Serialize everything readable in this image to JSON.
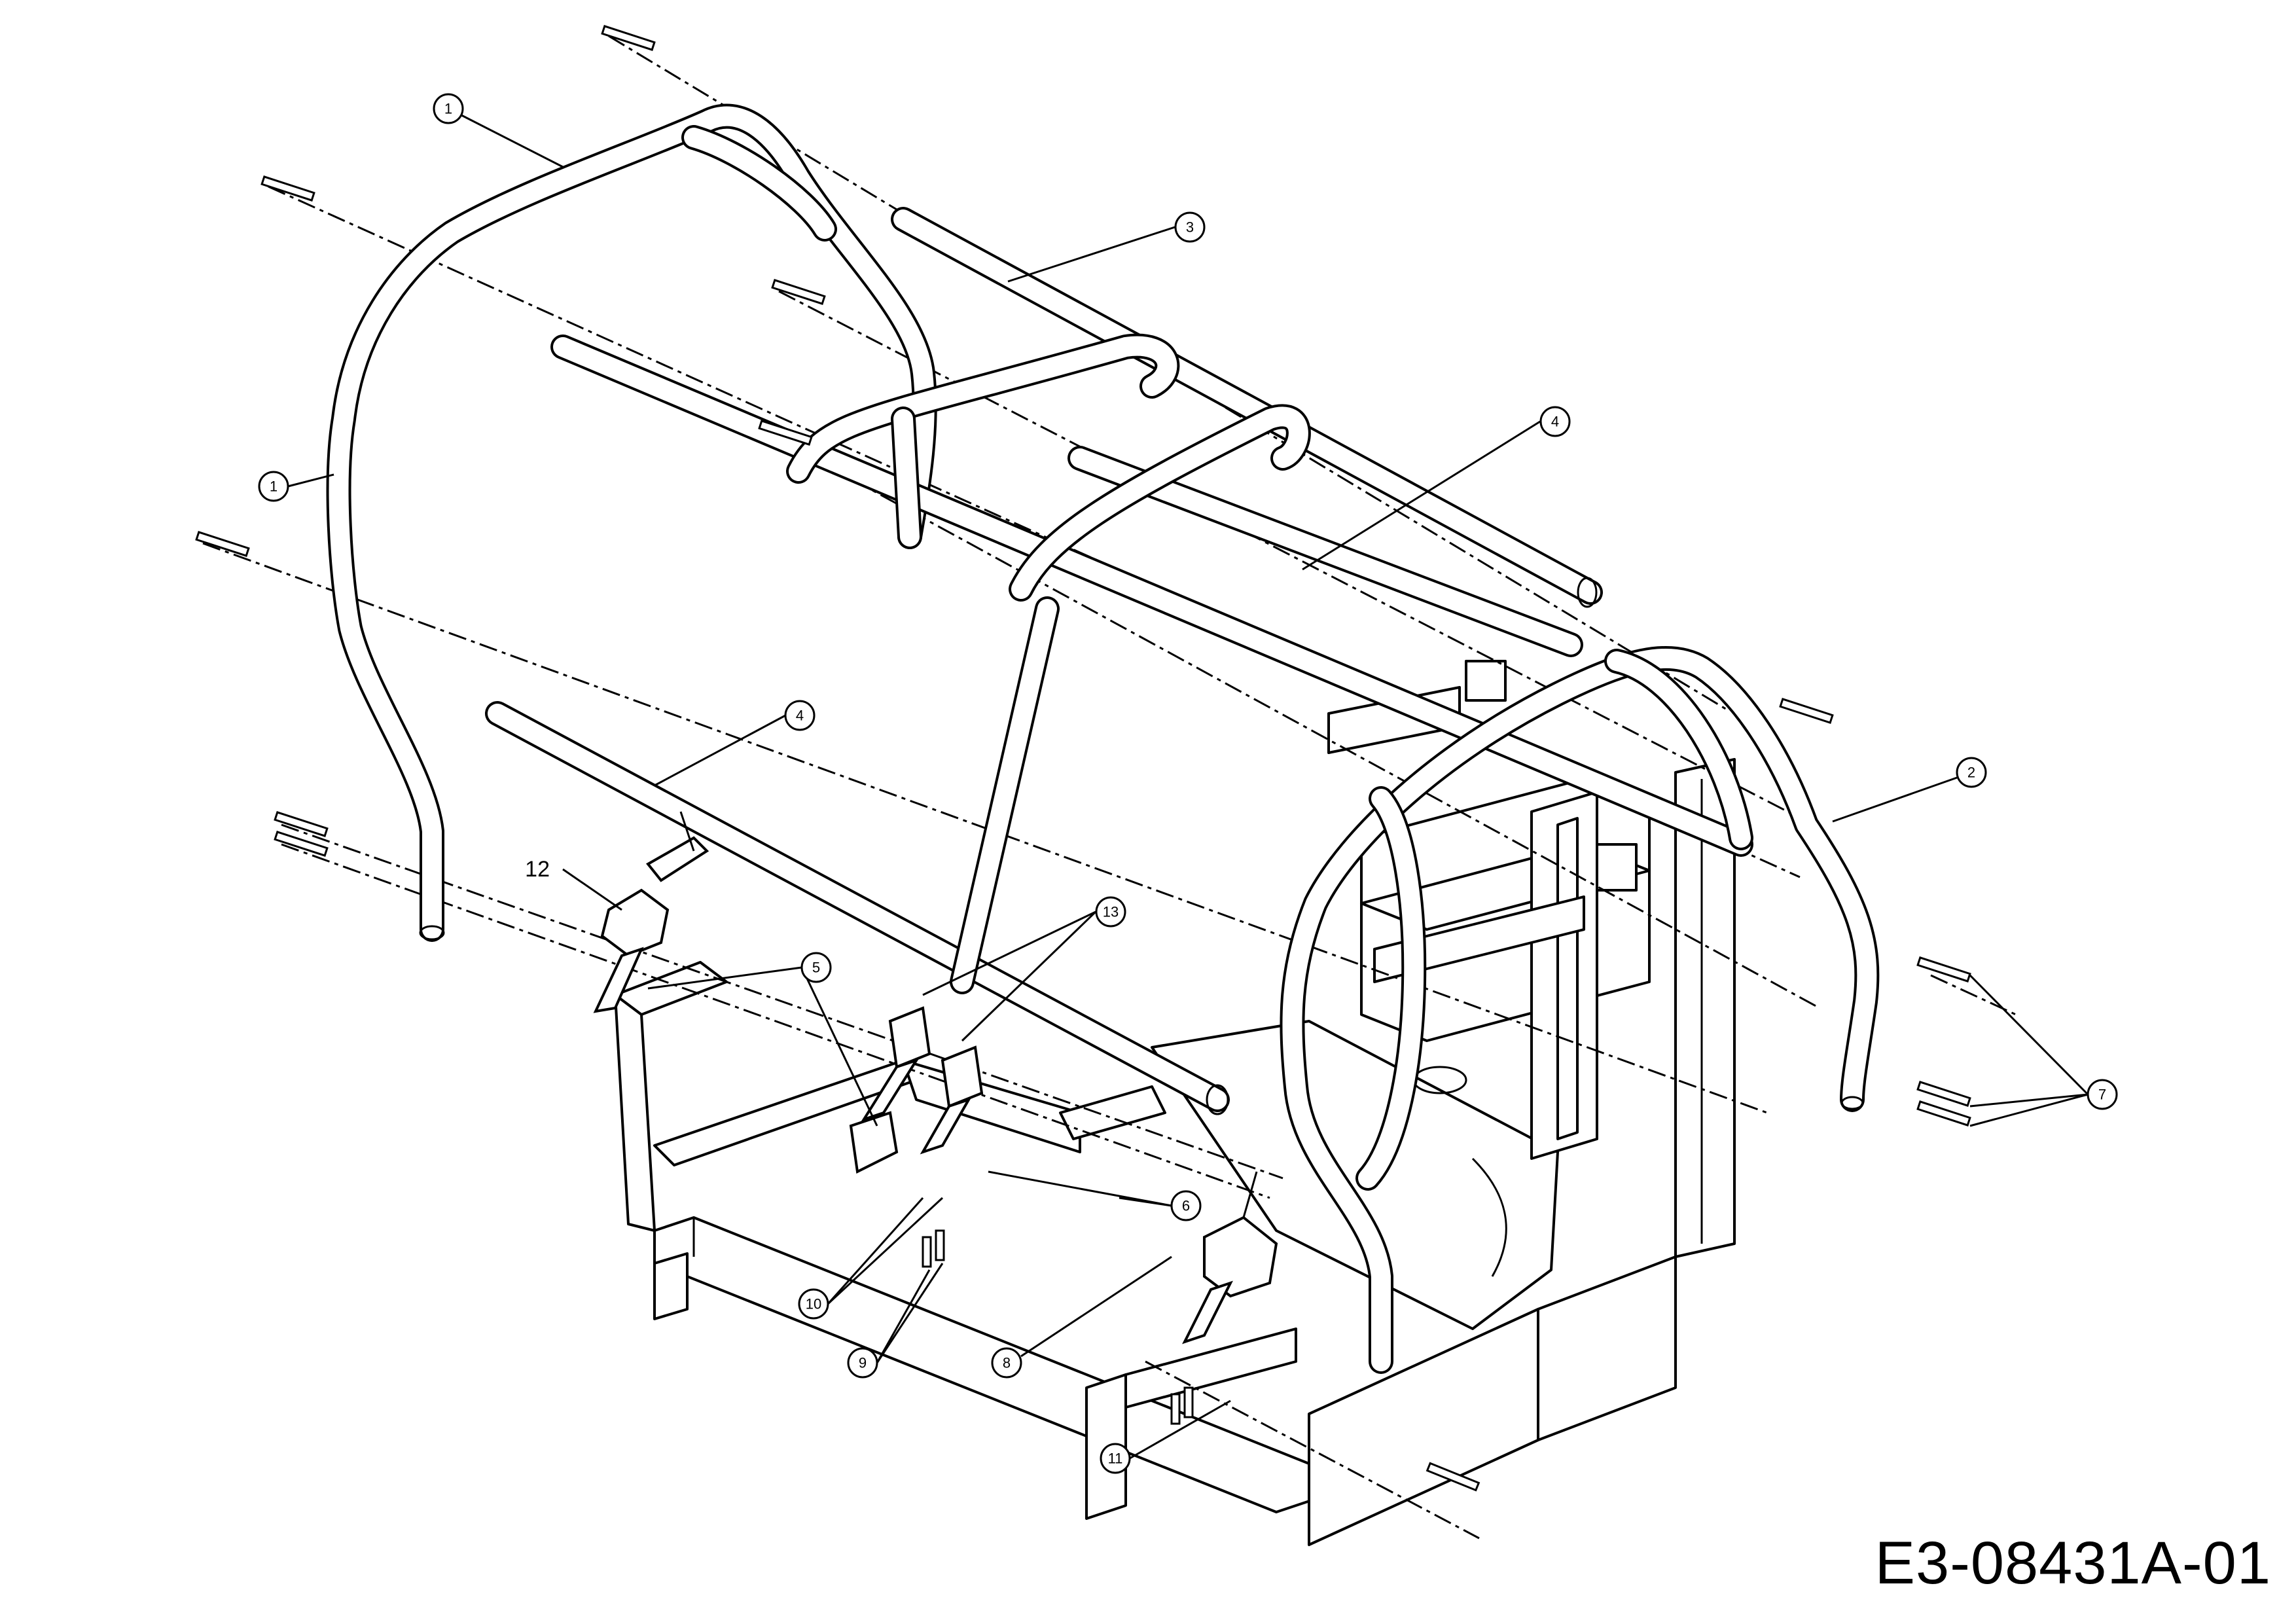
{
  "drawing_number": "E3-08431A-01",
  "callouts": [
    {
      "id": "c1a",
      "label": "1"
    },
    {
      "id": "c1b",
      "label": "1"
    },
    {
      "id": "c2",
      "label": "2"
    },
    {
      "id": "c3",
      "label": "3"
    },
    {
      "id": "c4a",
      "label": "4"
    },
    {
      "id": "c4b",
      "label": "4"
    },
    {
      "id": "c5",
      "label": "5"
    },
    {
      "id": "c6",
      "label": "6"
    },
    {
      "id": "c7",
      "label": "7"
    },
    {
      "id": "c8",
      "label": "8"
    },
    {
      "id": "c9",
      "label": "9"
    },
    {
      "id": "c10",
      "label": "10"
    },
    {
      "id": "c11",
      "label": "11"
    },
    {
      "id": "c13",
      "label": "13"
    }
  ],
  "plain_labels": [
    {
      "id": "p12",
      "label": "12"
    }
  ]
}
